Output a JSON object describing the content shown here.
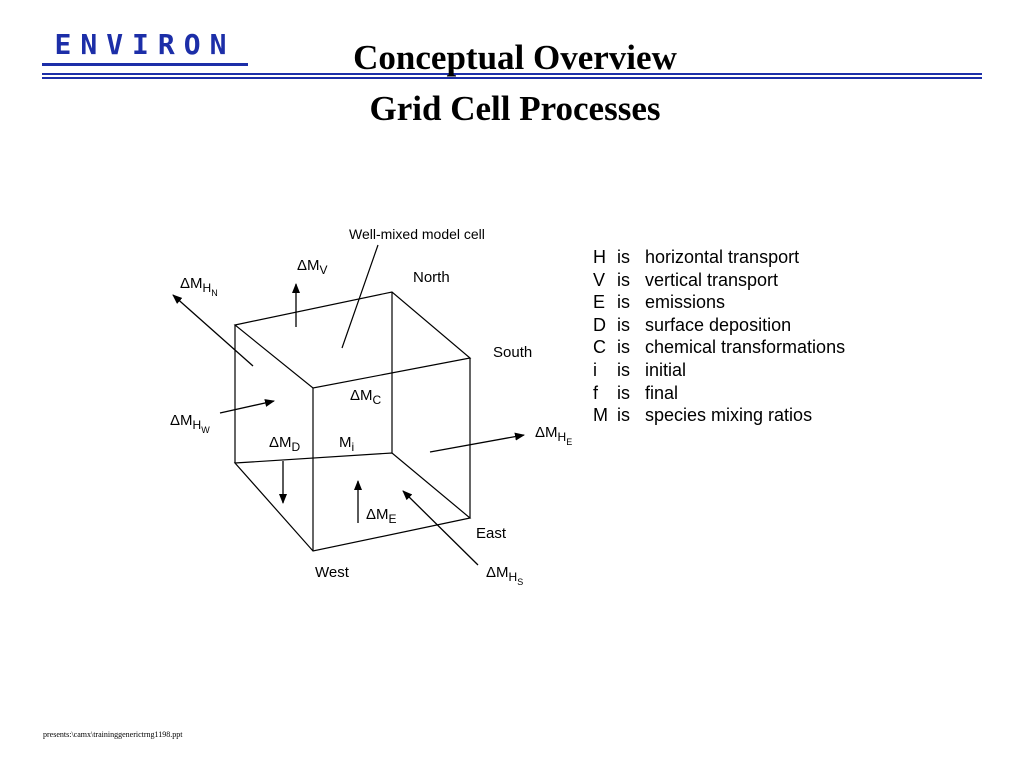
{
  "header": {
    "logo_text": "ENVIRON",
    "title_line1": "Conceptual Overview",
    "title_line2": "Grid Cell Processes",
    "brand_color": "#1c2ea8"
  },
  "diagram": {
    "cell_label": "Well-mixed model cell",
    "directions": {
      "north": "North",
      "south": "South",
      "east": "East",
      "west": "West"
    },
    "fluxes": {
      "hn": {
        "base": "ΔM",
        "sub": "H",
        "subsub": "N"
      },
      "v": {
        "base": "ΔM",
        "sub": "V"
      },
      "c": {
        "base": "ΔM",
        "sub": "C"
      },
      "hw": {
        "base": "ΔM",
        "sub": "H",
        "subsub": "W"
      },
      "d": {
        "base": "ΔM",
        "sub": "D"
      },
      "mi": {
        "base": "M",
        "sub": "i"
      },
      "he": {
        "base": "ΔM",
        "sub": "H",
        "subsub": "E"
      },
      "e": {
        "base": "ΔM",
        "sub": "E"
      },
      "hs": {
        "base": "ΔM",
        "sub": "H",
        "subsub": "S"
      }
    }
  },
  "legend": [
    {
      "symbol": "H",
      "is": "is",
      "text": "horizontal transport"
    },
    {
      "symbol": "V",
      "is": "is",
      "text": "vertical transport"
    },
    {
      "symbol": "E",
      "is": "is",
      "text": "emissions"
    },
    {
      "symbol": "D",
      "is": "is",
      "text": "surface deposition"
    },
    {
      "symbol": "C",
      "is": "is",
      "text": "chemical transformations"
    },
    {
      "symbol": "i",
      "is": "is",
      "text": "initial"
    },
    {
      "symbol": "f",
      "is": "is",
      "text": "final"
    },
    {
      "symbol": "M",
      "is": "is",
      "text": "species mixing ratios"
    }
  ],
  "footer": {
    "path": "presents:\\camx\\traininggenerictrng1198.ppt"
  }
}
